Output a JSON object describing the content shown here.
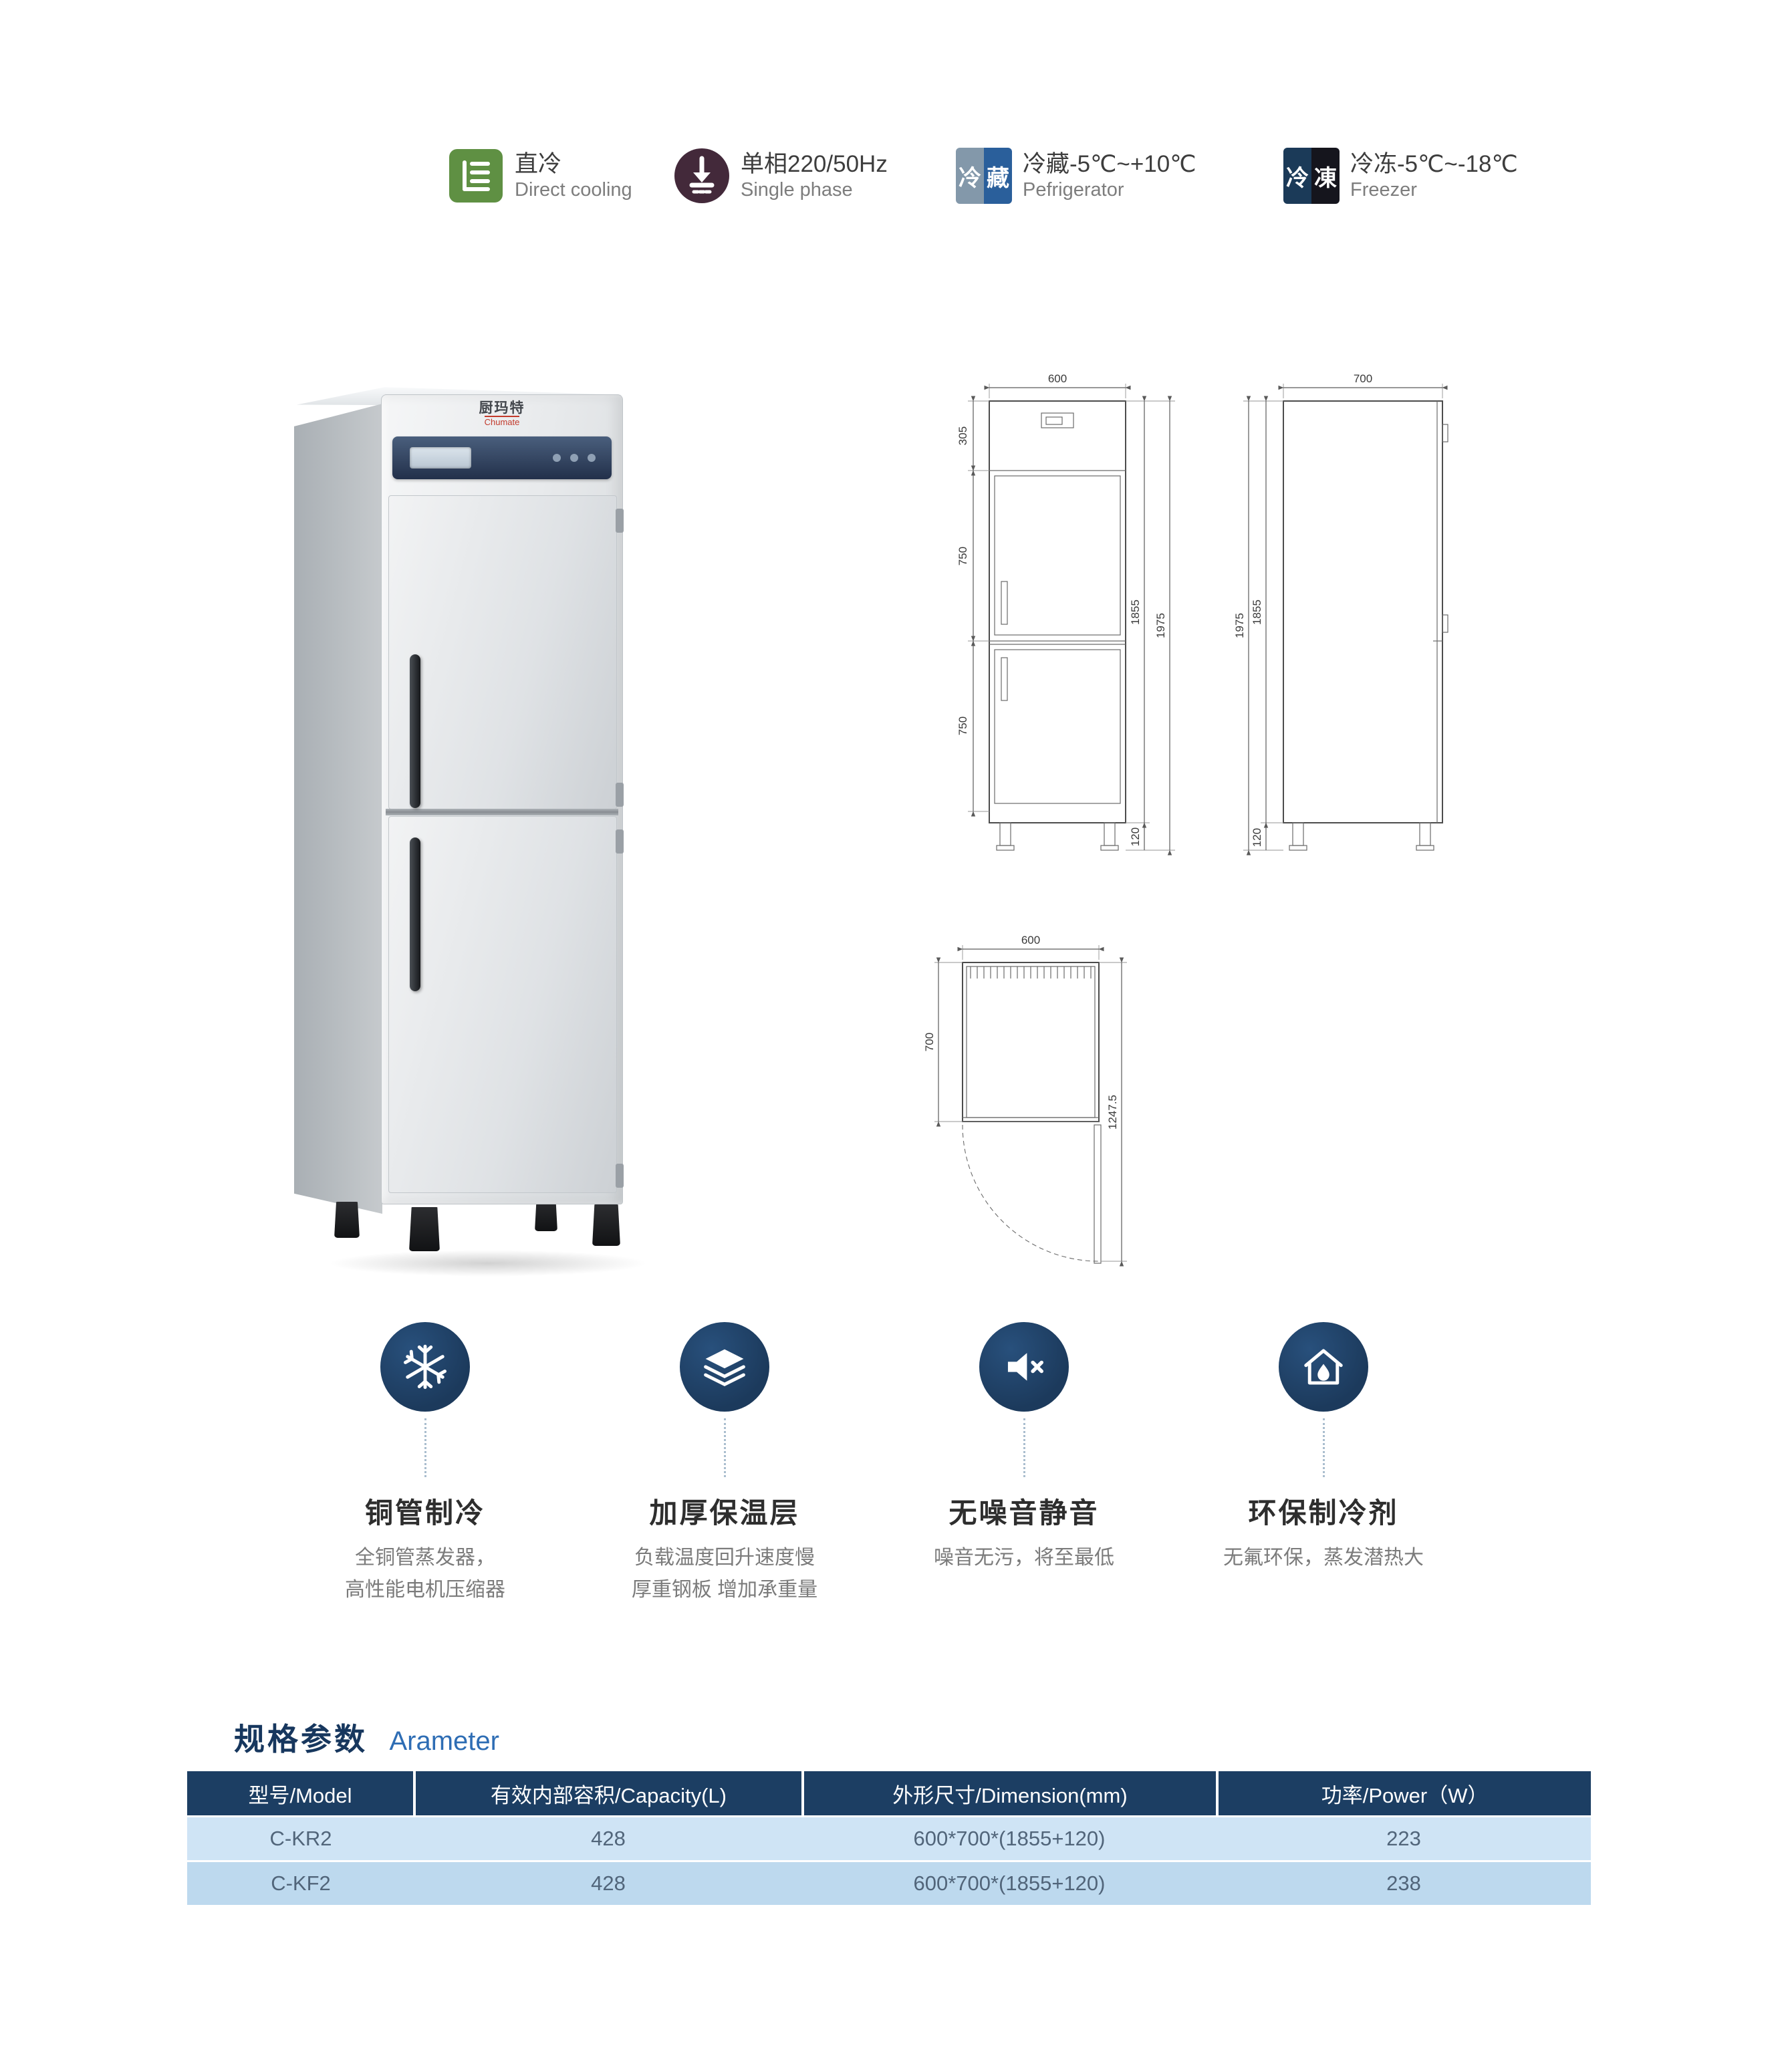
{
  "colors": {
    "navy": "#1c3e63",
    "accent_blue": "#2e6db4",
    "row_light": "#cfe4f5",
    "row_mid": "#bdd9ee",
    "badge_green": "#5f9043",
    "badge_plum": "#43293a",
    "fridge_slate": "#8398aa",
    "fridge_blue": "#2a5f9b",
    "freezer_navy": "#1b3a58",
    "freezer_black": "#15151d"
  },
  "header": {
    "badges": [
      {
        "title": "直冷",
        "subtitle": "Direct cooling"
      },
      {
        "title": "单相220/50Hz",
        "subtitle": "Single phase"
      },
      {
        "icon_left": "冷",
        "icon_right": "藏",
        "title": "冷藏-5℃~+10℃",
        "subtitle": "Pefrigerator"
      },
      {
        "icon_left": "冷",
        "icon_right": "凍",
        "title": "冷冻-5℃~-18℃",
        "subtitle": "Freezer"
      }
    ]
  },
  "product": {
    "brand": "厨玛特",
    "brand_en": "Chumate"
  },
  "drawings": {
    "front": {
      "width": "600",
      "top_section": "305",
      "door_upper": "750",
      "door_lower": "750",
      "body_height": "1855",
      "total_height": "1975",
      "leg_height": "120"
    },
    "side": {
      "depth": "700",
      "total_height": "1975",
      "body_height": "1855",
      "leg_height": "120"
    },
    "top": {
      "width": "600",
      "depth": "700",
      "open_depth": "1247.5"
    }
  },
  "features": [
    {
      "title": "铜管制冷",
      "desc1": "全铜管蒸发器，",
      "desc2": "高性能电机压缩器"
    },
    {
      "title": "加厚保温层",
      "desc1": "负载温度回升速度慢",
      "desc2": "厚重钢板 增加承重量"
    },
    {
      "title": "无噪音静音",
      "desc1": "噪音无污，将至最低",
      "desc2": ""
    },
    {
      "title": "环保制冷剂",
      "desc1": "无氟环保，蒸发潜热大",
      "desc2": ""
    }
  ],
  "spec": {
    "title_zh": "规格参数",
    "title_en": "Arameter",
    "columns": [
      "型号/Model",
      "有效内部容积/Capacity(L)",
      "外形尺寸/Dimension(mm)",
      "功率/Power（W）"
    ],
    "rows": [
      [
        "C-KR2",
        "428",
        "600*700*(1855+120)",
        "223"
      ],
      [
        "C-KF2",
        "428",
        "600*700*(1855+120)",
        "238"
      ]
    ]
  }
}
